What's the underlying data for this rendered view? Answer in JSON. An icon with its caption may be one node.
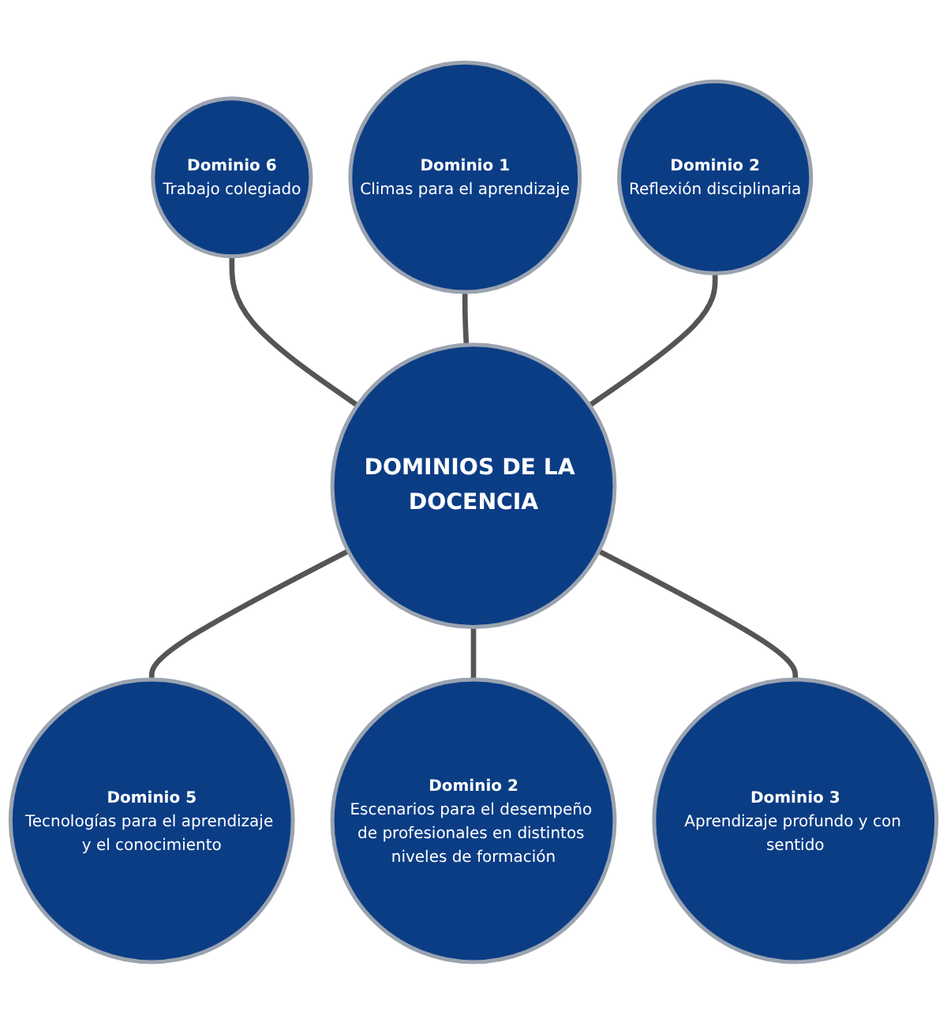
{
  "diagram": {
    "nodes": [
      {
        "text": [
          "DOMINIOS DE LA DOCENCIA"
        ]
      },
      {
        "text": [
          "Dominio 6",
          "Trabajo colegiado"
        ]
      },
      {
        "text": [
          "Dominio 1",
          "Climas para el aprendizaje"
        ]
      },
      {
        "text": [
          "Dominio 2",
          "Reflexión disciplinaria"
        ]
      },
      {
        "text": [
          "Dominio 5",
          "Tecnologías para el aprendizaje y el conocimiento"
        ]
      },
      {
        "text": [
          "Dominio 2",
          "Escenarios para el desempeño de profesionales en distintos niveles de formación"
        ]
      },
      {
        "text": [
          "Dominio 3",
          "Aprendizaje profundo y con sentido"
        ]
      }
    ],
    "edges": [
      {
        "from": 1,
        "to": 0,
        "arrow": "none"
      },
      {
        "from": 2,
        "to": 0,
        "arrow": "none"
      },
      {
        "from": 3,
        "to": 0,
        "arrow": "none"
      },
      {
        "from": 0,
        "to": 4,
        "arrow": "none"
      },
      {
        "from": 0,
        "to": 5,
        "arrow": "none"
      },
      {
        "from": 0,
        "to": 6,
        "arrow": "none"
      }
    ]
  }
}
